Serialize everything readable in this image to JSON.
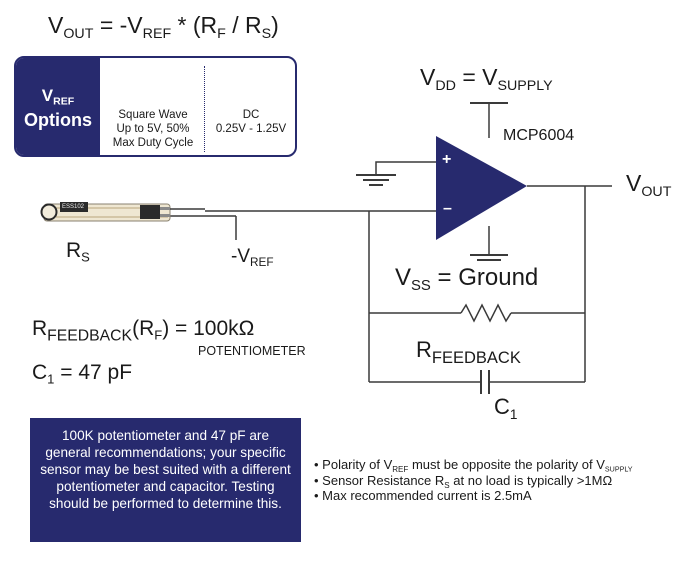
{
  "formula": {
    "v": "V",
    "out": "OUT",
    "eq": " = -V",
    "ref": "REF",
    "rest1": " * (R",
    "f": "F",
    "rest2": " / R",
    "s": "S",
    "rest3": ")"
  },
  "options_box": {
    "v": "V",
    "ref": "REF",
    "options": "Options",
    "square_line1": "Square Wave",
    "square_line2": "Up to 5V, 50%",
    "square_line3": "Max Duty Cycle",
    "dc_title": "DC",
    "dc_range": "0.25V - 1.25V"
  },
  "supply": {
    "v": "V",
    "dd": "DD",
    "eq": " = V",
    "supply": "SUPPLY"
  },
  "opamp": {
    "part": "MCP6004",
    "plus": "+",
    "minus": "–"
  },
  "output": {
    "v": "V",
    "out": "OUT"
  },
  "sensor": {
    "chip_text": "ESS102",
    "r": "R",
    "s": "S"
  },
  "vref_label": {
    "pre": "-V",
    "ref": "REF"
  },
  "vss": {
    "v": "V",
    "ss": "SS",
    "rest": " = Ground"
  },
  "rfeedback_label": {
    "r": "R",
    "sub": "FEEDBACK"
  },
  "c1_label": {
    "c": "C",
    "sub": "1"
  },
  "specs": {
    "rf_r": "R",
    "rf_sub": "FEEDBACK",
    "rf_mid": "(R",
    "rf_f": "F",
    "rf_val": ") = 100kΩ",
    "pot": "POTENTIOMETER",
    "c_c": "C",
    "c_sub": "1",
    "c_val": " = 47 pF"
  },
  "note": "100K potentiometer and 47 pF are general recommendations; your specific sensor may be best suited with a different potentiometer and capacitor. Testing should be performed to determine this.",
  "bullets": {
    "b1_pre": "• Polarity of V",
    "b1_ref": "REF",
    "b1_mid": " must be opposite the polarity of V",
    "b1_sup": "SUPPLY",
    "b2_pre": "• Sensor Resistance R",
    "b2_s": "S",
    "b2_post": " at no load is typically >1MΩ",
    "b3": "• Max recommended current is 2.5mA"
  },
  "colors": {
    "navy": "#272a6e",
    "wire": "#3a3a3a"
  }
}
